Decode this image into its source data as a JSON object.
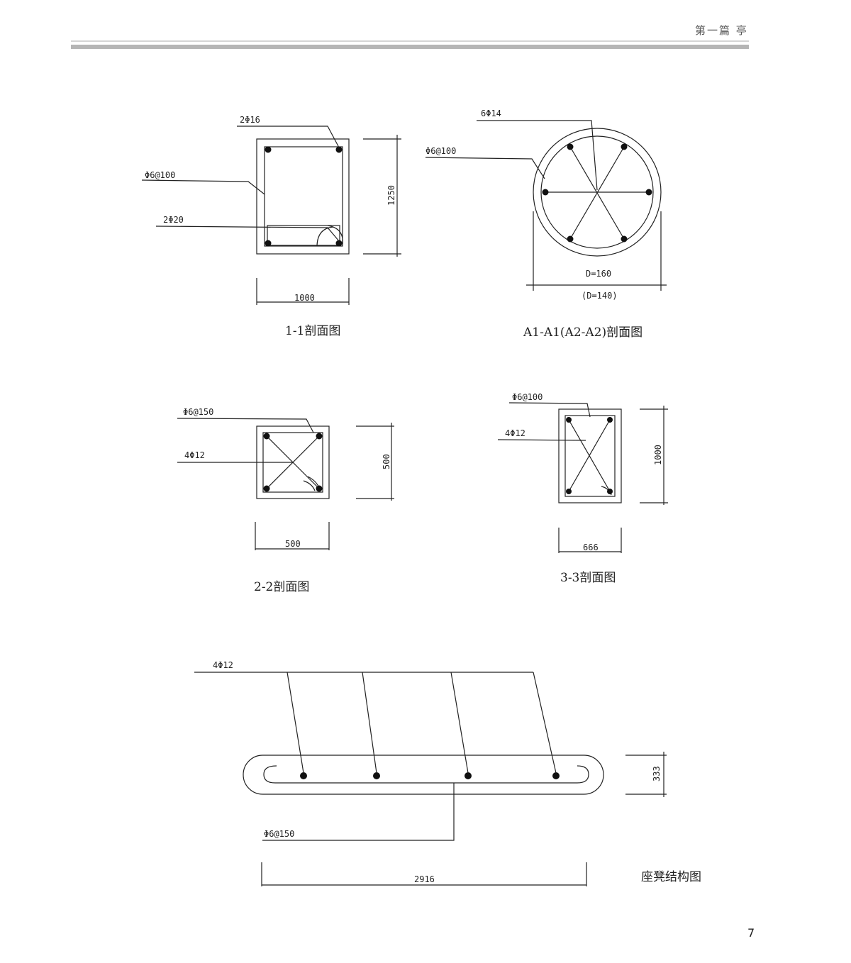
{
  "header": {
    "title": "第一篇  亭"
  },
  "page_number": "7",
  "section_1_1": {
    "caption": "1-1剖面图",
    "top_bars": "2Φ16",
    "stirrup": "Φ6@100",
    "bottom_bars": "2Φ20",
    "width": "1000",
    "height": "1250"
  },
  "section_a1": {
    "caption": "A1-A1(A2-A2)剖面图",
    "main_bars": "6Φ14",
    "stirrup": "Φ6@100",
    "diameter": "D=160",
    "diameter_alt": "(D=140)"
  },
  "section_2_2": {
    "caption": "2-2剖面图",
    "stirrup": "Φ6@150",
    "main_bars": "4Φ12",
    "width": "500",
    "height": "500"
  },
  "section_3_3": {
    "caption": "3-3剖面图",
    "stirrup": "Φ6@100",
    "main_bars": "4Φ12",
    "width": "666",
    "height": "1000"
  },
  "bench": {
    "caption": "座凳结构图",
    "main_bars": "4Φ12",
    "stirrup": "Φ6@150",
    "length": "2916",
    "height": "333"
  }
}
